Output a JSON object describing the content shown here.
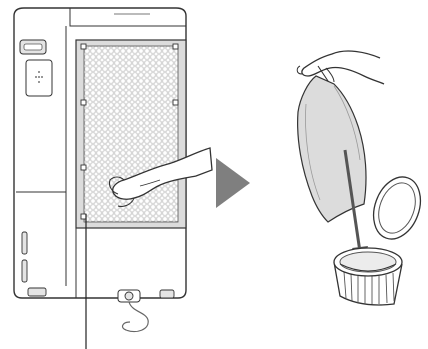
{
  "diagram": {
    "left_panel": {
      "unit": "air-cooler",
      "parts": [
        "filter-panel",
        "side-handle",
        "control-panel-cutout",
        "side-vents",
        "caster-wheel",
        "power-cord"
      ],
      "action": "remove-filter"
    },
    "arrow": {
      "icon": "triangle-right-icon"
    },
    "right_panel": {
      "parts": [
        "filter-pad",
        "water-container",
        "container-lid"
      ],
      "action": "soak-filter-in-water"
    }
  },
  "colors": {
    "stroke": "#333333",
    "arrow_fill": "#7f7f7f",
    "filter_gray": "#dcdcdc",
    "mesh_gray": "#c8c8c8",
    "background": "#ffffff"
  }
}
